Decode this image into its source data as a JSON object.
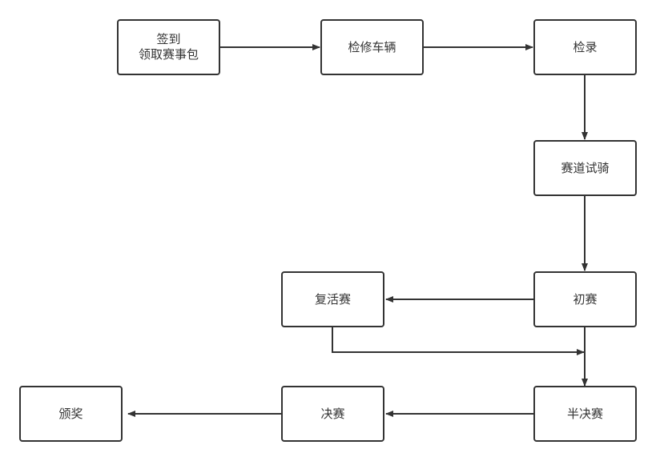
{
  "diagram": {
    "colors": {
      "stroke": "#333333",
      "text": "#333333",
      "background": "#ffffff"
    },
    "nodes": {
      "signin": "签到\n领取赛事包",
      "repair": "检修车辆",
      "inspect": "检录",
      "trial": "赛道试骑",
      "prelim": "初赛",
      "repechage": "复活赛",
      "semifinal": "半决赛",
      "final": "决赛",
      "award": "颁奖"
    }
  }
}
